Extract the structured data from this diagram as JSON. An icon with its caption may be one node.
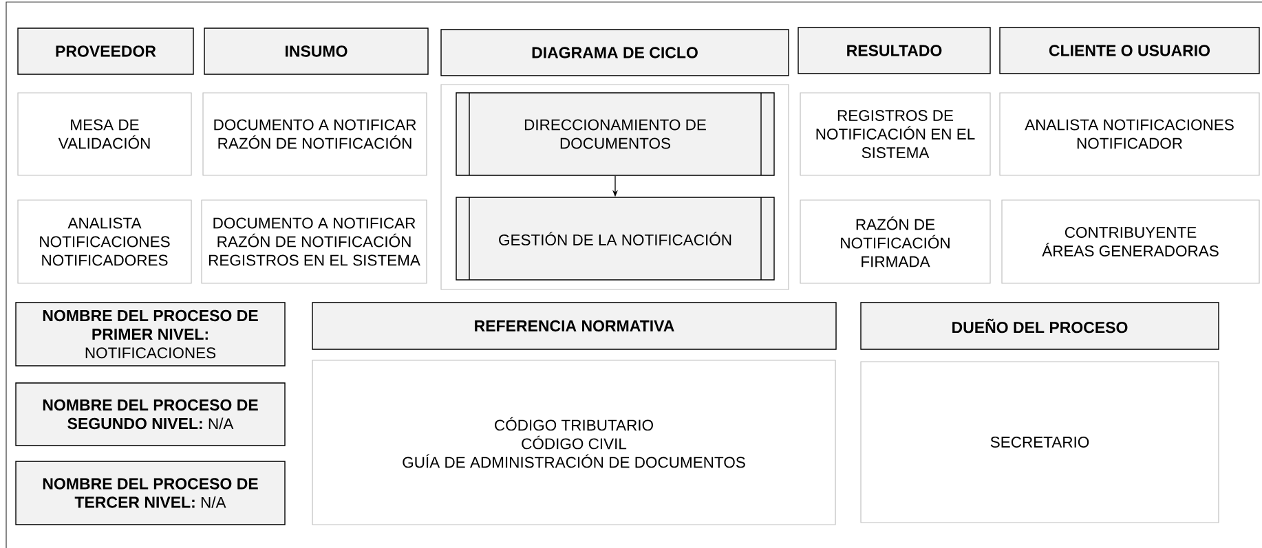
{
  "diagram": {
    "nodes": [
      {
        "text": [
          "PROVEEDOR"
        ]
      },
      {
        "text": [
          "INSUMO"
        ]
      },
      {
        "text": [
          "DIAGRAMA DE CICLO"
        ]
      },
      {
        "text": [
          "RESULTADO"
        ]
      },
      {
        "text": [
          "CLIENTE O USUARIO"
        ]
      },
      {
        "text": [
          "MESA DE VALIDACIÓN"
        ]
      },
      {
        "text": [
          "DOCUMENTO A NOTIFICAR RAZÓN DE NOTIFICACIÓN"
        ]
      },
      {
        "text": [],
        "shape": "box"
      },
      {
        "text": [
          "DIRECCIONAMIENTO DE DOCUMENTOS"
        ],
        "in": 7
      },
      {
        "text": [
          "REGISTROS DE NOTIFICACIÓN EN EL SISTEMA"
        ]
      },
      {
        "text": [
          "ANALISTA NOTIFICACIONES NOTIFICADOR"
        ]
      },
      {
        "text": [
          "ANALISTA NOTIFICACIONES NOTIFICADORES"
        ]
      },
      {
        "text": [
          "DOCUMENTO A NOTIFICAR RAZÓN DE NOTIFICACIÓN REGISTROS EN EL SISTEMA"
        ]
      },
      {
        "text": [
          "GESTIÓN DE LA NOTIFICACIÓN"
        ],
        "in": 7
      },
      {
        "text": [
          "RAZÓN DE NOTIFICACIÓN FIRMADA"
        ]
      },
      {
        "text": [
          "CONTRIBUYENTE ÁREAS GENERADORAS"
        ]
      },
      {
        "text": [
          "NOMBRE DEL PROCESO DE PRIMER NIVEL:",
          "NOTIFICACIONES"
        ]
      },
      {
        "text": [
          "REFERENCIA NORMATIVA"
        ]
      },
      {
        "text": [
          "DUEÑO DEL PROCESO"
        ]
      },
      {
        "text": [
          "NOMBRE DEL PROCESO DE SEGUNDO NIVEL:",
          "N/A"
        ]
      },
      {
        "text": [
          "CÓDIGO TRIBUTARIO",
          "CÓDIGO CIVIL",
          "GUÍA DE ADMINISTRACIÓN DE DOCUMENTOS"
        ]
      },
      {
        "text": [
          "SECRETARIO"
        ]
      },
      {
        "text": [
          "NOMBRE DEL PROCESO DE TERCER NIVEL:",
          "N/A"
        ]
      }
    ],
    "edges": [
      {
        "from": 8,
        "to": 13,
        "arrow": "to"
      }
    ]
  }
}
